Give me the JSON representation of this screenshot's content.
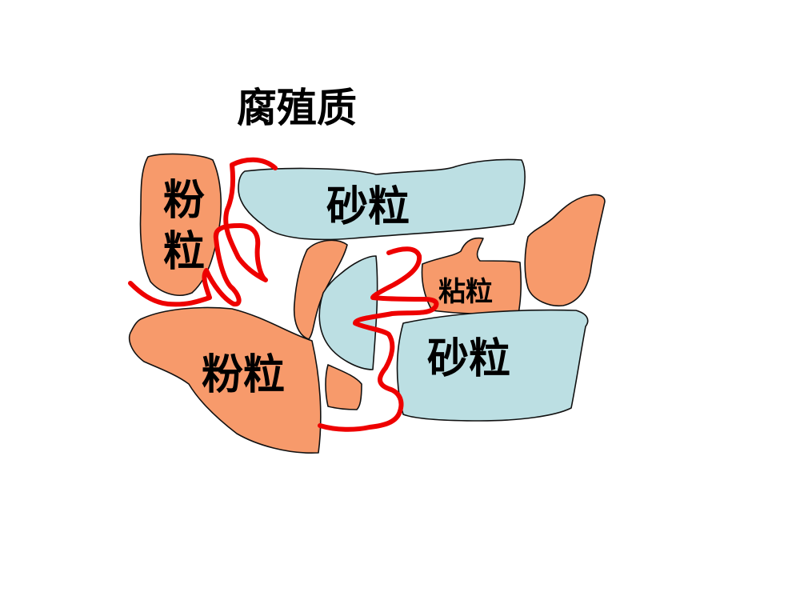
{
  "title": "腐殖质",
  "colors": {
    "silt": "#f79a6b",
    "sand": "#bcdfe3",
    "clay": "#f79a6b",
    "humus_line": "#ee0000",
    "outline": "#111111"
  },
  "labels": {
    "silt_top_left_line1": "粉",
    "silt_top_left_line2": "粒",
    "sand_top": "砂粒",
    "clay": "粘粒",
    "silt_bottom": "粉粒",
    "sand_bottom": "砂粒"
  }
}
